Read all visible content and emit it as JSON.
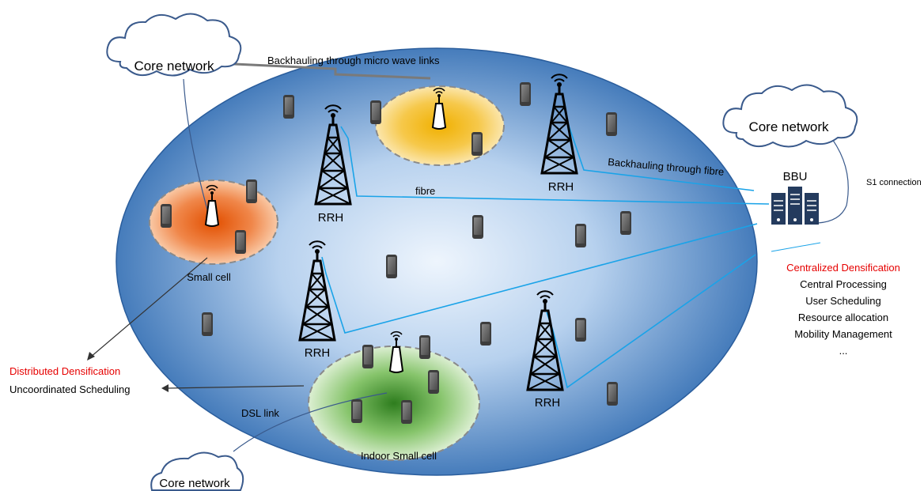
{
  "clouds": {
    "top_left": "Core network",
    "right": "Core network",
    "bottom": "Core network"
  },
  "labels": {
    "backhaul_microwave": "Backhauling through micro wave links",
    "backhaul_fibre": "Backhauling through fibre",
    "fibre": "fibre",
    "s1_connection": "S1 connection",
    "bbu": "BBU",
    "dsl_link": "DSL link",
    "small_cell": "Small cell",
    "indoor_small_cell": "Indoor Small cell",
    "rrh": "RRH"
  },
  "distributed": {
    "title": "Distributed Densification",
    "items": [
      "Uncoordinated Scheduling"
    ]
  },
  "centralized": {
    "title": "Centralized Densification",
    "items": [
      "Central Processing",
      "User Scheduling",
      "Resource allocation",
      "Mobility Management",
      "..."
    ]
  },
  "colors": {
    "fibre_line": "#1aa3e8",
    "title_red": "#e60000",
    "ellipse_outer": "#2d6fb7",
    "ellipse_inner": "#e3eefb"
  }
}
